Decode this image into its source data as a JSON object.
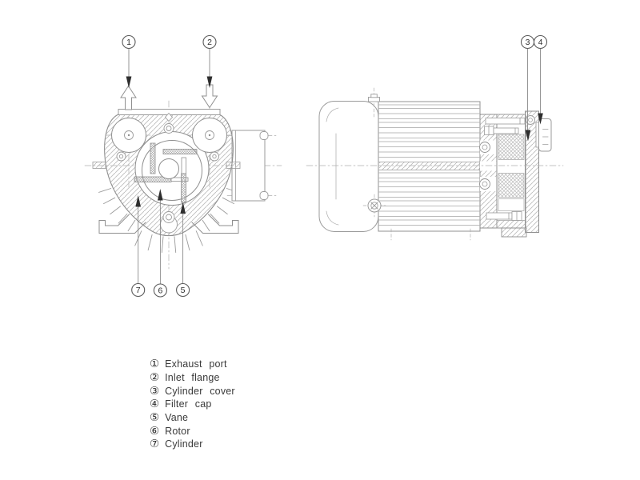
{
  "colors": {
    "background": "#ffffff",
    "line_gray": "#8f8f8f",
    "hatch_gray": "#bdbdbd",
    "centerline_gray": "#b0b0b0",
    "callout_dark": "#2e2e2e",
    "legend_text": "#3a3a3a"
  },
  "callouts": [
    {
      "num": "1",
      "part": "Exhaust port"
    },
    {
      "num": "2",
      "part": "Inlet flange"
    },
    {
      "num": "3",
      "part": "Cylinder cover"
    },
    {
      "num": "4",
      "part": "Filter cap"
    },
    {
      "num": "5",
      "part": "Vane"
    },
    {
      "num": "6",
      "part": "Rotor"
    },
    {
      "num": "7",
      "part": "Cylinder"
    }
  ],
  "legend": {
    "items": [
      {
        "num": "①",
        "label": "Exhaust port"
      },
      {
        "num": "②",
        "label": "Inlet flange"
      },
      {
        "num": "③",
        "label": "Cylinder cover"
      },
      {
        "num": "④",
        "label": "Filter cap"
      },
      {
        "num": "⑤",
        "label": "Vane"
      },
      {
        "num": "⑥",
        "label": "Rotor"
      },
      {
        "num": "⑦",
        "label": "Cylinder"
      }
    ]
  }
}
